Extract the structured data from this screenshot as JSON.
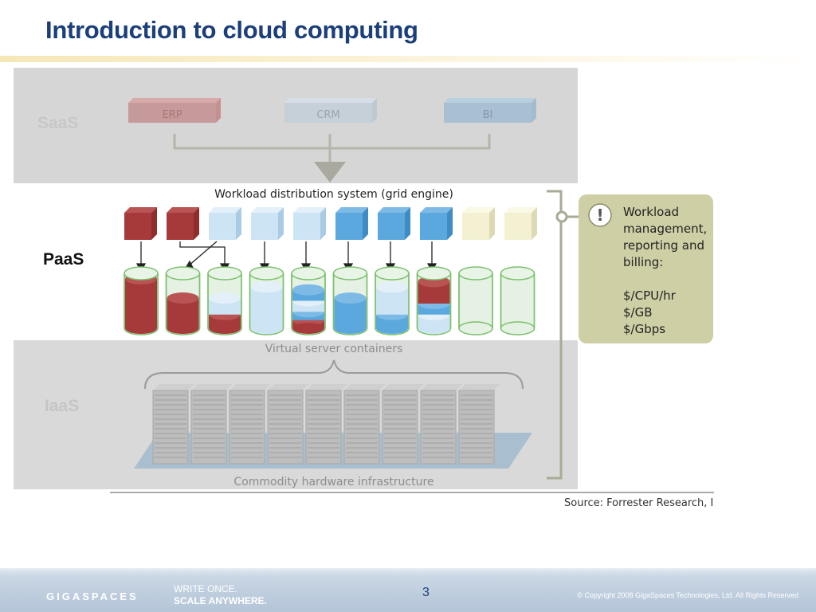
{
  "slide": {
    "title": "Introduction to cloud computing",
    "page_number": "3",
    "source": "Source: Forrester Research, Inc.",
    "copyright": "© Copyright 2008 GigaSpaces Technologies, Ltd. All Rights Reserved"
  },
  "layers": {
    "saas": "SaaS",
    "paas": "PaaS",
    "iaas": "IaaS"
  },
  "saas_apps": [
    "ERP",
    "CRM",
    "BI"
  ],
  "diagram": {
    "grid_engine": "Workload distribution system (grid engine)",
    "containers": "Virtual server containers",
    "hardware": "Commodity hardware infrastructure"
  },
  "callout": {
    "lines": [
      "Workload",
      "management,",
      "reporting and",
      "billing:",
      "",
      "$/CPU/hr",
      "$/GB",
      "$/Gbps"
    ],
    "icon": "exclamation-icon"
  },
  "footer": {
    "logo": "GIGASPACES",
    "slogan_line1": "WRITE ONCE.",
    "slogan_line2": "SCALE ANYWHERE."
  },
  "colors": {
    "title": "#1b3f7a",
    "saas_band": "#d6d6d6",
    "red": "#a63a3a",
    "light_blue": "#cde4f4",
    "blue": "#5aa8de",
    "cream": "#f3f1d2",
    "callout": "#cfcfa6"
  }
}
